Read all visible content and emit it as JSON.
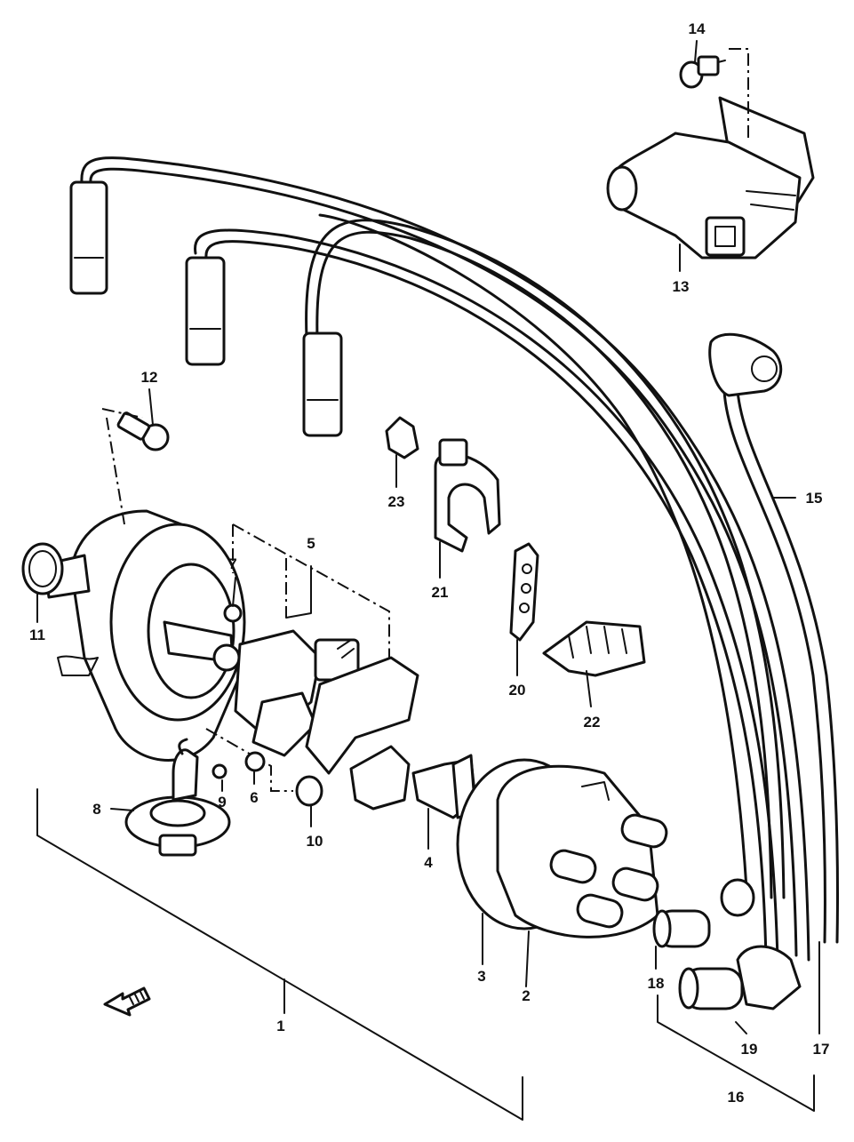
{
  "callouts": [
    {
      "id": "1",
      "label": "1"
    },
    {
      "id": "2",
      "label": "2"
    },
    {
      "id": "3",
      "label": "3"
    },
    {
      "id": "4",
      "label": "4"
    },
    {
      "id": "5",
      "label": "5"
    },
    {
      "id": "6",
      "label": "6"
    },
    {
      "id": "7",
      "label": "7"
    },
    {
      "id": "8",
      "label": "8"
    },
    {
      "id": "9",
      "label": "9"
    },
    {
      "id": "10",
      "label": "10"
    },
    {
      "id": "11",
      "label": "11"
    },
    {
      "id": "12",
      "label": "12"
    },
    {
      "id": "13",
      "label": "13"
    },
    {
      "id": "14",
      "label": "14"
    },
    {
      "id": "15",
      "label": "15"
    },
    {
      "id": "16",
      "label": "16"
    },
    {
      "id": "17",
      "label": "17"
    },
    {
      "id": "18",
      "label": "18"
    },
    {
      "id": "19",
      "label": "19"
    },
    {
      "id": "20",
      "label": "20"
    },
    {
      "id": "21",
      "label": "21"
    },
    {
      "id": "22",
      "label": "22"
    },
    {
      "id": "23",
      "label": "23"
    }
  ],
  "icons": {
    "direction_arrow": "front-direction-arrow-icon"
  }
}
